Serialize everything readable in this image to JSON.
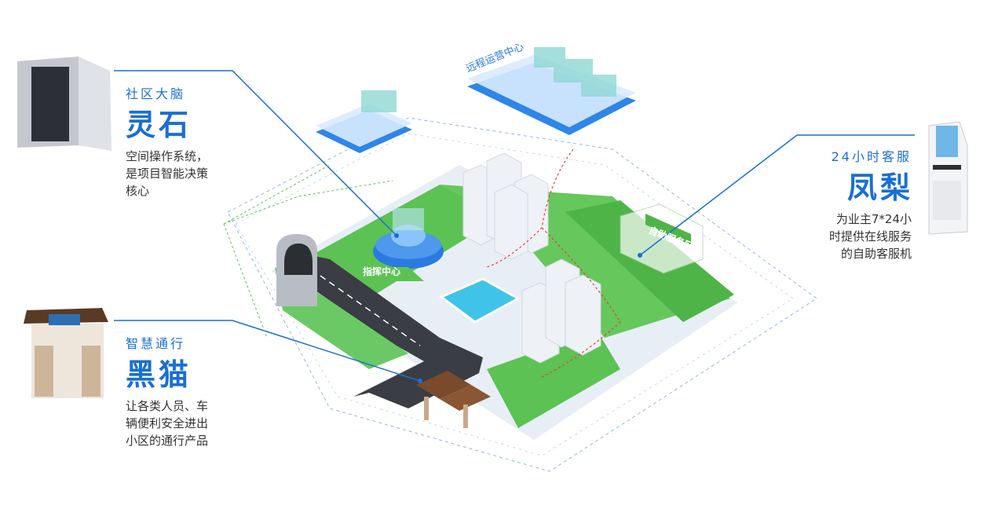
{
  "callouts": {
    "brain": {
      "subtitle": "社区大脑",
      "title": "灵石",
      "desc": [
        "空间操作系统，",
        "是项目智能决策",
        "核心"
      ]
    },
    "service": {
      "subtitle": "24小时客服",
      "title": "凤梨",
      "desc": [
        "为业主7*24小",
        "时提供在线服务",
        "的自助客服机"
      ]
    },
    "gate": {
      "subtitle": "智慧通行",
      "title": "黑猫",
      "desc": [
        "让各类人员、车",
        "辆便利安全进出",
        "小区的通行产品"
      ]
    }
  },
  "map_labels": {
    "remote_center": "远程运营中心",
    "command_center": "指挥中心",
    "self_service": "自助服务区"
  },
  "colors": {
    "accent": "#1a6fd0",
    "grass": "#5cc254",
    "platform": "#dfe8f2",
    "road": "#3a3d44"
  }
}
